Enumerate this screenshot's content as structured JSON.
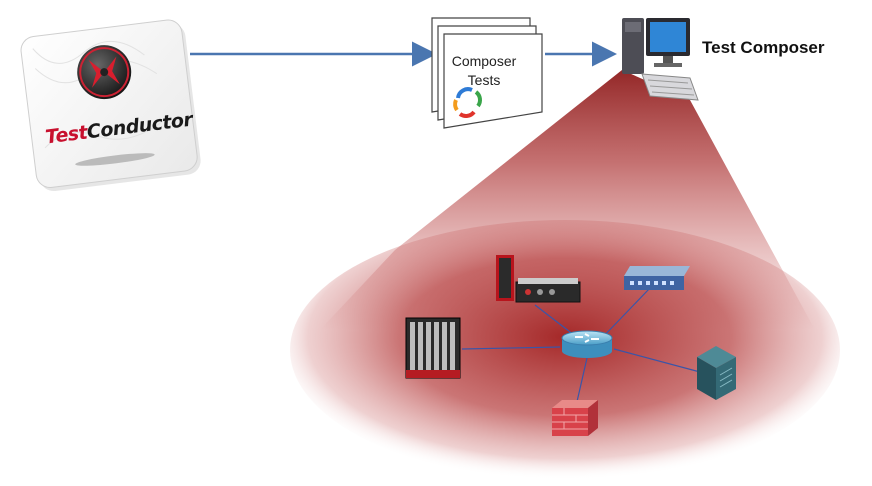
{
  "logo": {
    "text_part1": "Test",
    "text_part2": "Conductor",
    "brand_color": "#c8102e"
  },
  "document": {
    "line1": "Composer",
    "line2": "Tests"
  },
  "workstation": {
    "label": "Test Composer"
  },
  "colors": {
    "connector": "#4a76b0",
    "beam": "#a52a2a",
    "network_line": "#3a55a8"
  },
  "icons": [
    "testconductor-logo",
    "documents-icon",
    "refresh-arrows-icon",
    "workstation-icon",
    "test-instrument-icon",
    "chassis-rack-icon",
    "router-icon",
    "switch-icon",
    "server-cube-icon",
    "firewall-icon"
  ]
}
